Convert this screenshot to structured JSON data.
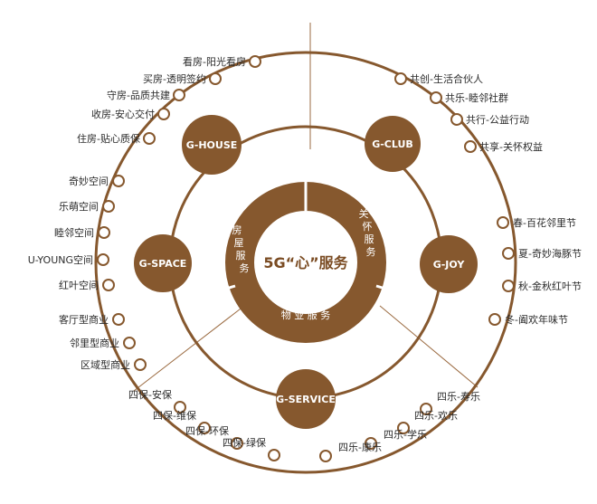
{
  "center": {
    "title": "5G“心”服务"
  },
  "band": {
    "left": [
      "房",
      "屋",
      "服",
      "务"
    ],
    "right": [
      "关",
      "怀",
      "服",
      "务"
    ],
    "bottom": "物 业 服 务"
  },
  "nodes": [
    {
      "key": "house",
      "label": "G-HOUSE"
    },
    {
      "key": "club",
      "label": "G-CLUB"
    },
    {
      "key": "space",
      "label": "G-SPACE"
    },
    {
      "key": "joy",
      "label": "G-JOY"
    },
    {
      "key": "service",
      "label": "G-SERVICE"
    }
  ],
  "groups": {
    "house": [
      "看房-阳光看房",
      "买房-透明签约",
      "守房-品质共建",
      "收房-安心交付",
      "住房-贴心质保"
    ],
    "club": [
      "共创-生活合伙人",
      "共乐-睦邻社群",
      "共行-公益行动",
      "共享-关怀权益"
    ],
    "space": [
      "奇妙空间",
      "乐萌空间",
      "睦邻空间",
      "U-YOUNG空间",
      "红叶空间",
      "客厅型商业",
      "邻里型商业",
      "区域型商业"
    ],
    "joy": [
      "春-百花邻里节",
      "夏-奇妙海豚节",
      "秋-金秋红叶节",
      "冬-阖欢年味节"
    ],
    "service_left": [
      "四保-安保",
      "四保-维保",
      "四保-环保",
      "四保-绿保"
    ],
    "service_right": [
      "四乐-寿乐",
      "四乐-欢乐",
      "四乐-学乐",
      "四乐-康乐"
    ]
  },
  "colors": {
    "brown": "#86582e",
    "ring": "#93633a",
    "text": "#2b2b2b"
  }
}
